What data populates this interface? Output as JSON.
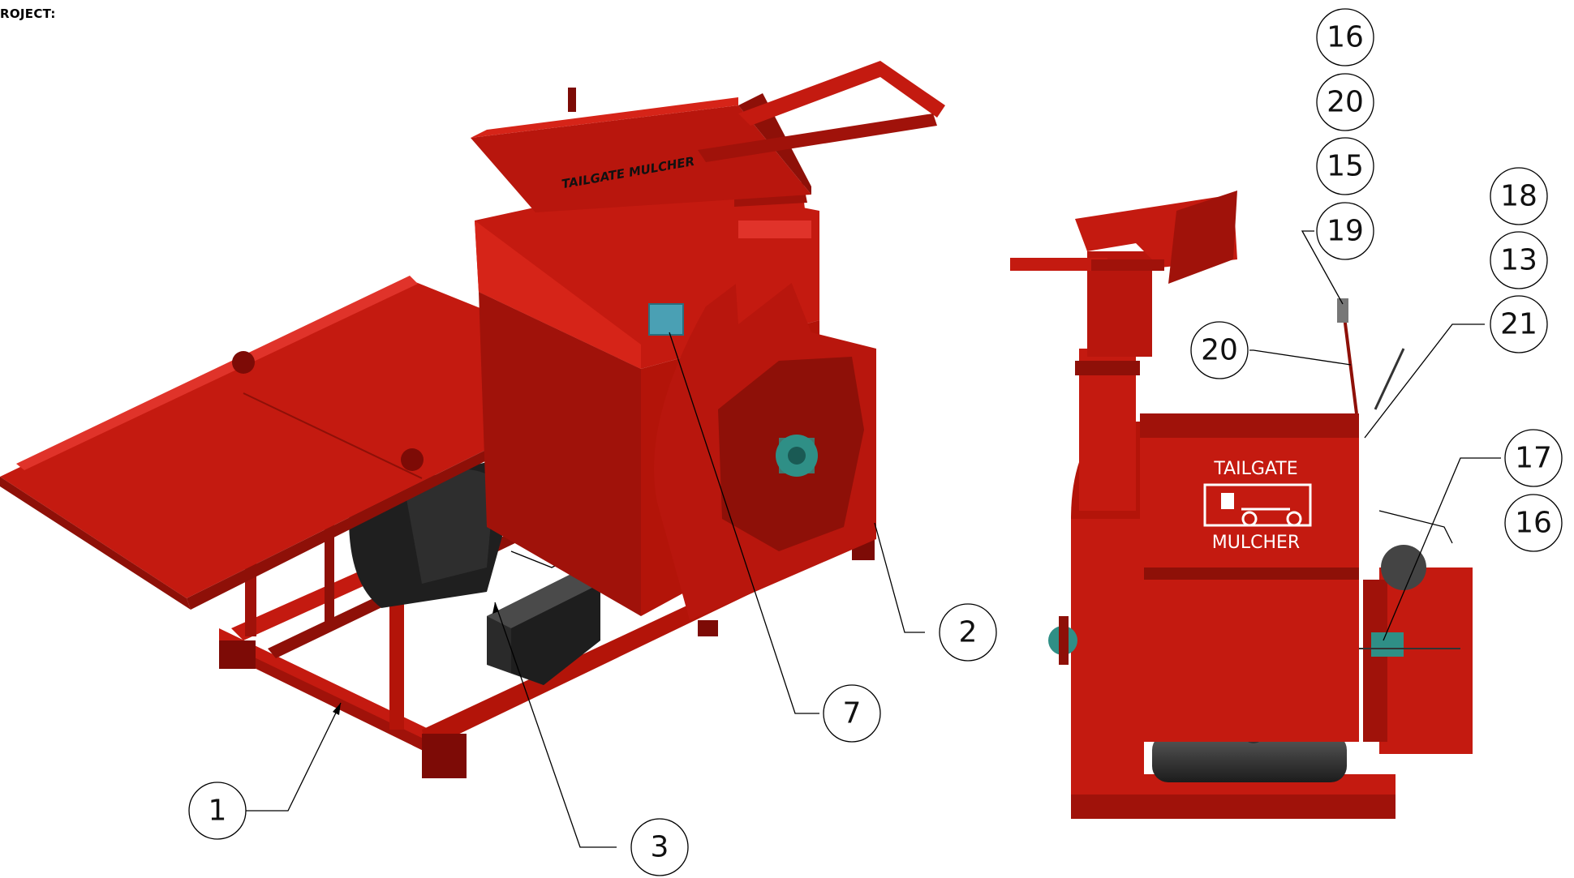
{
  "header": {
    "project_label": "ROJECT:"
  },
  "machine": {
    "name": "Tailgate Mulcher",
    "hopper_text": "TAILGATE MULCHER",
    "side_logo_top": "TAILGATE",
    "side_logo_bottom": "MULCHER",
    "colors": {
      "body": "#c41a10",
      "body_dark": "#7d0b06",
      "body_light": "#e0332a",
      "black": "#2a2a2a",
      "teal": "#2f8f86"
    }
  },
  "balloons": {
    "b1": "1",
    "b2": "2",
    "b3": "3",
    "b7": "7",
    "b16a": "16",
    "b20a": "20",
    "b15": "15",
    "b19": "19",
    "b18": "18",
    "b13": "13",
    "b21": "21",
    "b20b": "20",
    "b17": "17",
    "b16b": "16"
  }
}
